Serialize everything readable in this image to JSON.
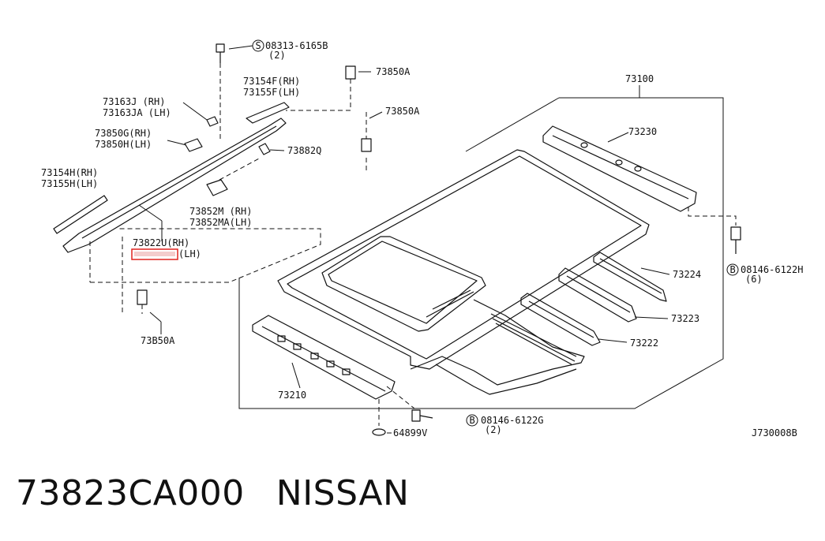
{
  "diagram": {
    "code": "J730008B",
    "parts": {
      "bolt_top": "08313-6165B",
      "bolt_top_qty": "(2)",
      "clip_73850A_a": "73850A",
      "clip_73850A_b": "73850A",
      "clip_73850A_c": "73B50A",
      "cover_73154F": "73154F(RH)",
      "cover_73155F": "73155F(LH)",
      "bracket_73163J": "73163J  (RH)",
      "bracket_73163JA": "73163JA (LH)",
      "bracket_73850G": "73850G(RH)",
      "bracket_73850H": "73850H(LH)",
      "clip_73882Q": "73882Q",
      "cover_73154H": "73154H(RH)",
      "cover_73155H": "73155H(LH)",
      "clip_73852M": "73852M  (RH)",
      "clip_73852MA": "73852MA(LH)",
      "rail_73822U": "73822U(RH)",
      "rail_73823U_suffix": "(LH)",
      "roof_73100": "73100",
      "rail_73230": "73230",
      "rail_73224": "73224",
      "rail_73223": "73223",
      "rail_73222": "73222",
      "rail_73210": "73210",
      "bolt_right": "08146-6122H",
      "bolt_right_qty": "(6)",
      "bolt_bottom": "08146-6122G",
      "bolt_bottom_qty": "(2)",
      "plug": "64899V",
      "symbol_S": "S",
      "symbol_B": "B"
    },
    "highlight_color": "#e0221f"
  },
  "caption": {
    "part_number": "73823CA000",
    "brand": "NISSAN"
  }
}
